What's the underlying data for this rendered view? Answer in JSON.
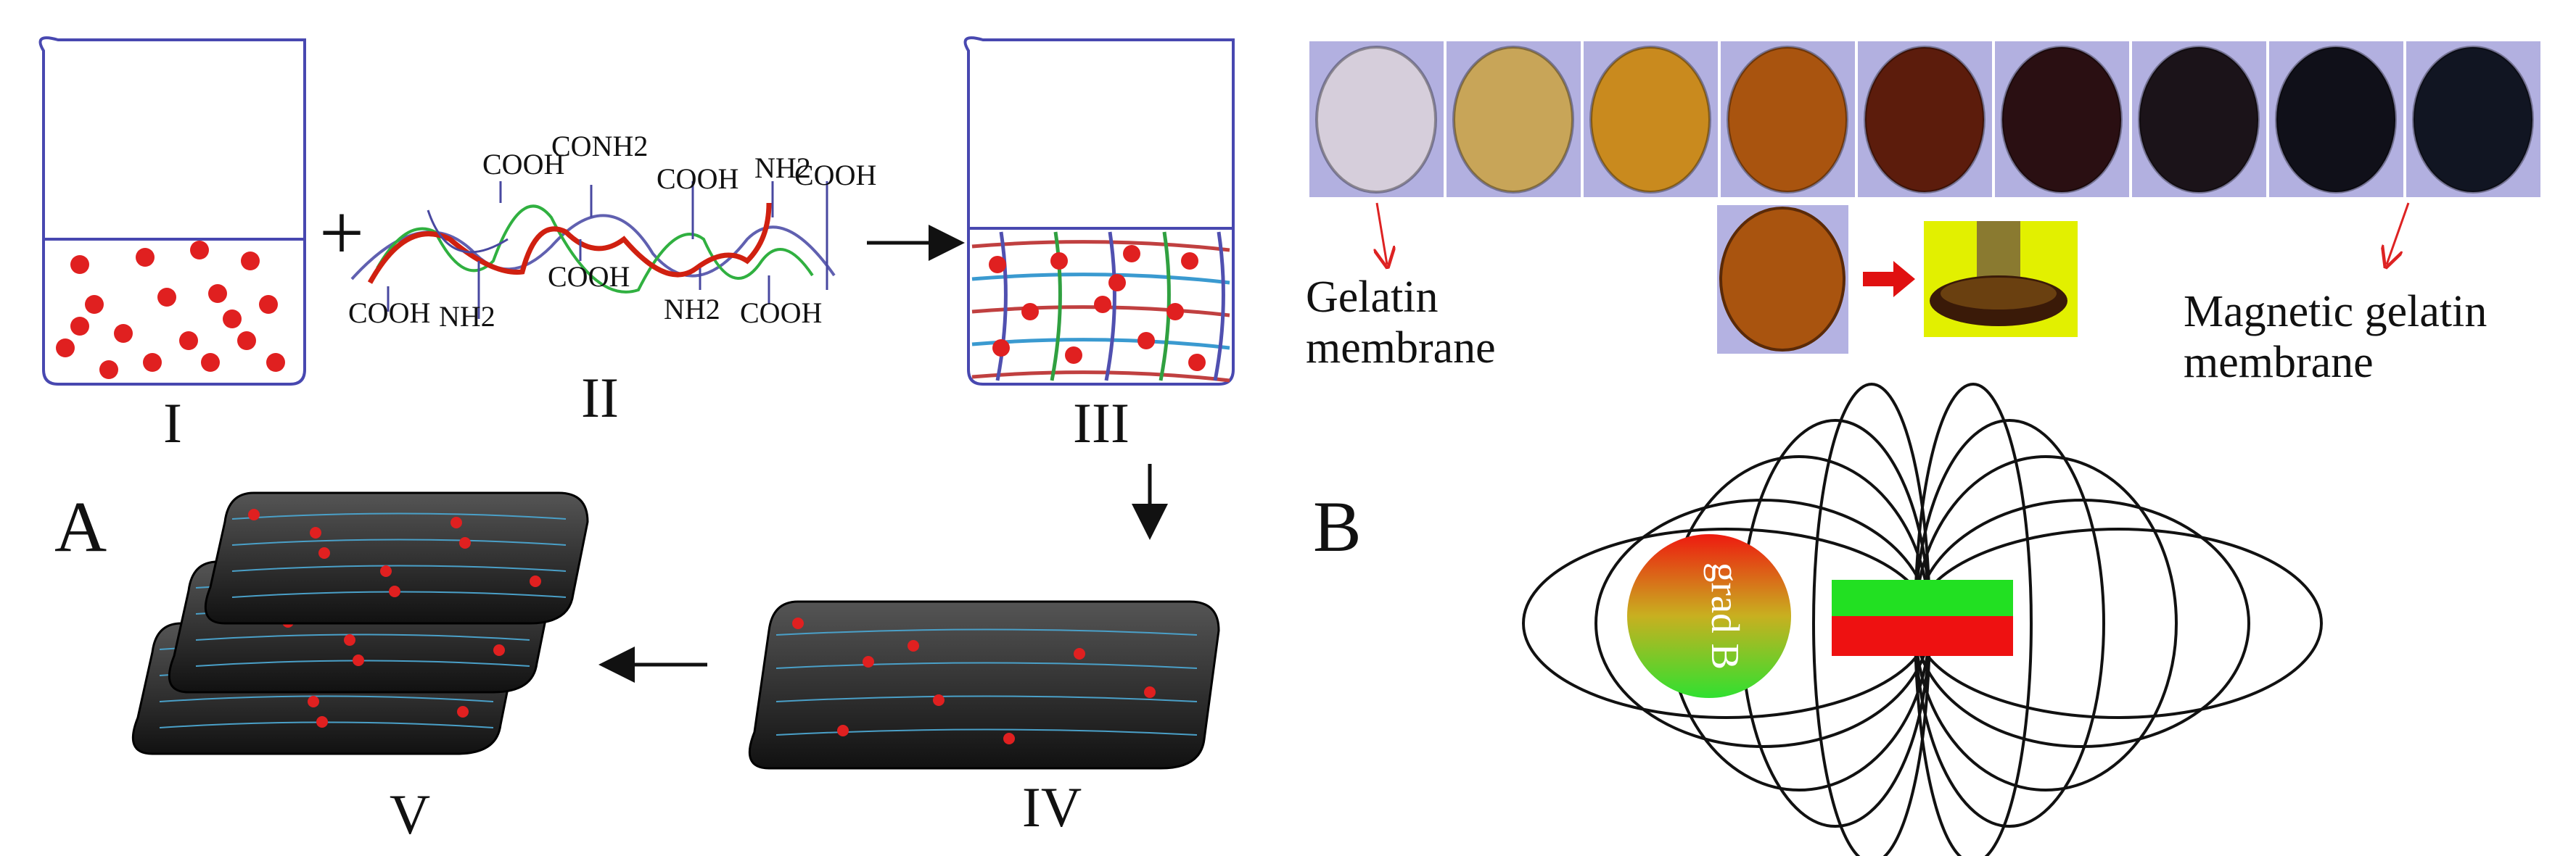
{
  "panel_a": {
    "label": "A",
    "steps": [
      "I",
      "II",
      "III",
      "IV",
      "V"
    ],
    "groups_top": [
      "COOH",
      "CONH2",
      "COOH",
      "NH2",
      "COOH"
    ],
    "groups_bottom": [
      "COOH",
      "NH2",
      "COOH",
      "NH2",
      "COOH"
    ],
    "plus": "+"
  },
  "panel_b": {
    "label": "B",
    "gelatin_caption": [
      "Gelatin",
      "membrane"
    ],
    "magnetic_caption": [
      "Magnetic gelatin",
      "membrane"
    ],
    "gradient_label": "grad B",
    "photo_colors": [
      "#d6cedb",
      "#c8a558",
      "#c98a1e",
      "#a9540f",
      "#5c1c0c",
      "#2a0f12",
      "#1b1319",
      "#101019",
      "#111522"
    ],
    "magnet_colors": {
      "north": "#22e022",
      "south": "#ee1111"
    }
  }
}
